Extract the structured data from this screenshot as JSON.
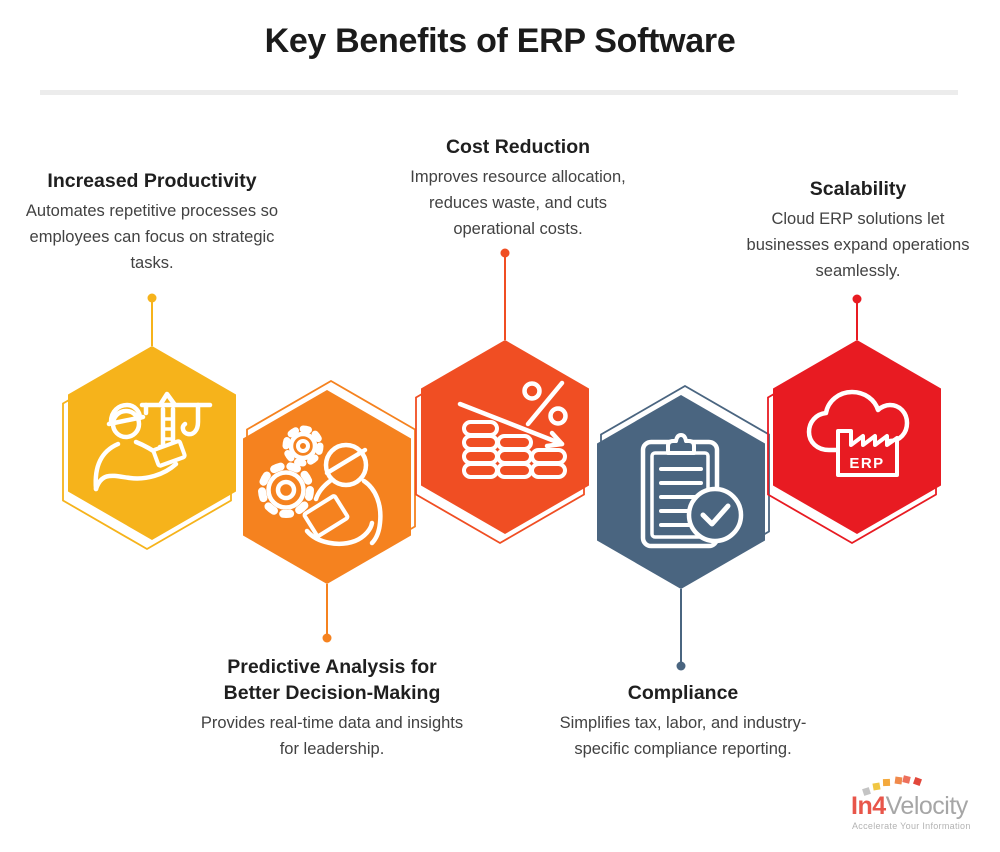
{
  "title": "Key Benefits of ERP Software",
  "benefits": [
    {
      "name": "increased-productivity",
      "title": "Increased Productivity",
      "description": "Automates repetitive processes so employees can focus on strategic tasks.",
      "color": "#F6B31B",
      "icon": "worker-crane-icon",
      "text_position": "above"
    },
    {
      "name": "predictive-analysis",
      "title": "Predictive Analysis for Better Decision-Making",
      "description": "Provides real-time data and insights for leadership.",
      "color": "#F5821F",
      "icon": "gears-worker-icon",
      "text_position": "below"
    },
    {
      "name": "cost-reduction",
      "title": "Cost Reduction",
      "description": "Improves resource allocation, reduces waste, and cuts operational costs.",
      "color": "#F04E23",
      "icon": "percent-coins-icon",
      "text_position": "above"
    },
    {
      "name": "compliance",
      "title": "Compliance",
      "description": "Simplifies tax, labor, and industry-specific compliance reporting.",
      "color": "#4A6580",
      "icon": "clipboard-check-icon",
      "text_position": "below"
    },
    {
      "name": "scalability",
      "title": "Scalability",
      "description": "Cloud ERP solutions let businesses expand operations seamlessly.",
      "color": "#E81B22",
      "icon": "cloud-factory-erp-icon",
      "text_position": "above"
    }
  ],
  "icon_labels": {
    "erp_text": "ERP"
  },
  "divider_color": "#ECECEC",
  "text_colors": {
    "heading": "#1F1F1F",
    "body": "#424242"
  },
  "brand": {
    "prefix": "In4",
    "suffix": "Velocity",
    "tagline": "Accelerate Your Information",
    "prefix_color": "#E8564A",
    "suffix_color": "#A6A6A6",
    "mark_colors": [
      "#C4C4C4",
      "#F0C643",
      "#F4A93C",
      "#F08A4B",
      "#ED6F5B",
      "#E2473B"
    ]
  }
}
